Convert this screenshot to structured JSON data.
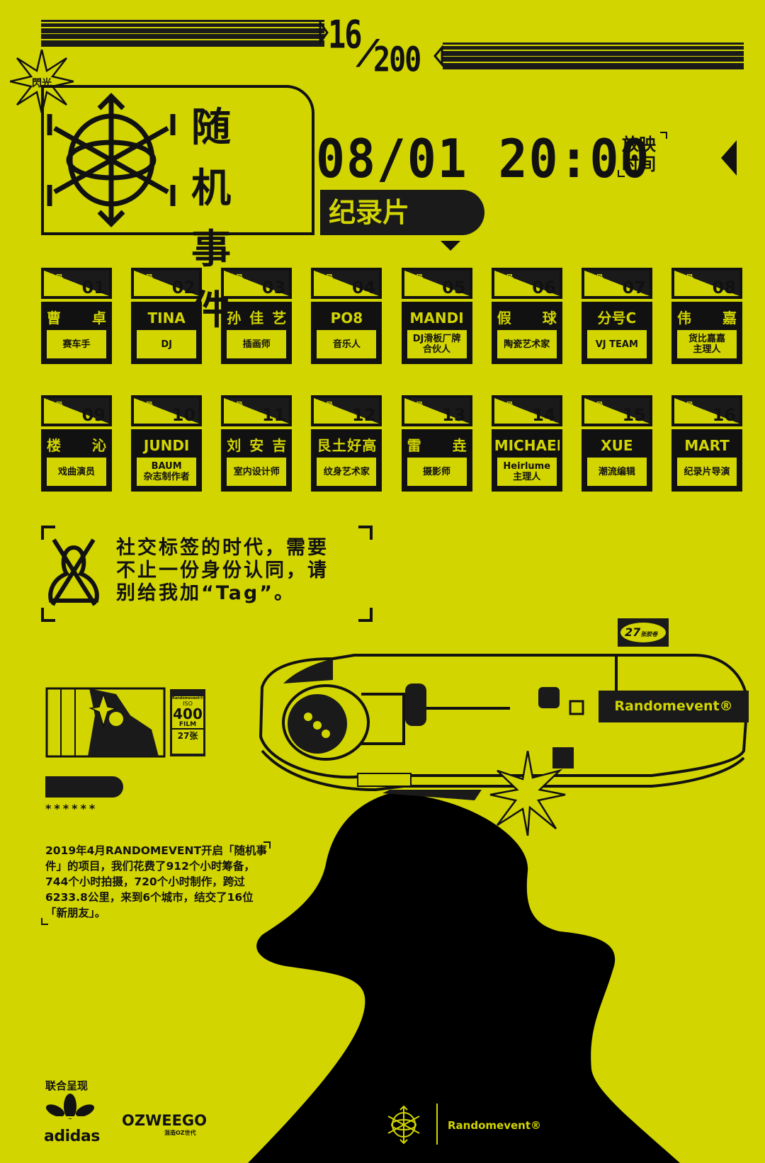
{
  "colors": {
    "background": "#d2d500",
    "ink": "#111111"
  },
  "header": {
    "counter_current": "16",
    "counter_separator": "/",
    "counter_total": "200",
    "flash_badge": "閃光灯"
  },
  "title": {
    "line1": "随 机",
    "line2": "事 件"
  },
  "screening": {
    "datetime": "08/01 20:00",
    "label_line1": "放映",
    "label_line2": "时间",
    "genre": "纪录片"
  },
  "cards": [
    {
      "label": "编号",
      "number": "01",
      "name": [
        "曹",
        "卓"
      ],
      "role": "赛车手"
    },
    {
      "label": "编号",
      "number": "02",
      "name": [
        "TINA"
      ],
      "role": "DJ"
    },
    {
      "label": "编号",
      "number": "03",
      "name": [
        "孙",
        "佳",
        "艺"
      ],
      "role": "插画师"
    },
    {
      "label": "编号",
      "number": "04",
      "name": [
        "PO8"
      ],
      "role": "音乐人"
    },
    {
      "label": "编号",
      "number": "05",
      "name": [
        "MANDI"
      ],
      "role": "DJ滑板厂牌\n合伙人"
    },
    {
      "label": "编号",
      "number": "06",
      "name": [
        "假",
        "球"
      ],
      "role": "陶瓷艺术家"
    },
    {
      "label": "编号",
      "number": "07",
      "name": [
        "分号C"
      ],
      "role": "VJ TEAM"
    },
    {
      "label": "编号",
      "number": "08",
      "name": [
        "伟",
        "嘉"
      ],
      "role": "货比嘉嘉\n主理人"
    },
    {
      "label": "编号",
      "number": "09",
      "name": [
        "楼",
        "沁"
      ],
      "role": "戏曲演员"
    },
    {
      "label": "编号",
      "number": "10",
      "name": [
        "JUNDI"
      ],
      "role": "BAUM\n杂志制作者"
    },
    {
      "label": "编号",
      "number": "11",
      "name": [
        "刘",
        "安",
        "吉"
      ],
      "role": "室内设计师"
    },
    {
      "label": "编号",
      "number": "12",
      "name": [
        "艮",
        "土",
        "好",
        "高"
      ],
      "role": "纹身艺术家"
    },
    {
      "label": "编号",
      "number": "13",
      "name": [
        "雷",
        "垚"
      ],
      "role": "摄影师"
    },
    {
      "label": "编号",
      "number": "14",
      "name": [
        "MICHAEL"
      ],
      "role": "Heirlume\n主理人"
    },
    {
      "label": "编号",
      "number": "15",
      "name": [
        "XUE"
      ],
      "role": "潮流编辑"
    },
    {
      "label": "编号",
      "number": "16",
      "name": [
        "MART"
      ],
      "role": "纪录片导演"
    }
  ],
  "quote": {
    "line1": "社交标签的时代，需要",
    "line2": "不止一份身份认同，请",
    "line3": "别给我加“Tag”。"
  },
  "camera": {
    "film_count": "27",
    "film_unit": "张胶卷",
    "brand": "Randomevent®"
  },
  "canister": {
    "brand": "Randomevent®",
    "iso_label": "ISO",
    "iso_value": "400",
    "film_label": "FILM",
    "exposures": "27张"
  },
  "masked": "******",
  "story": "2019年4月RANDOMEVENT开启「随机事件」的项目，我们花费了912个小时筹备，744个小时拍摄，720个小时制作，跨过6233.8公里，来到6个城市，结交了16位「新朋友」。",
  "credits": {
    "label": "联合呈现",
    "adidas": "adidas",
    "ozweego": "OZWEEGO",
    "ozweego_sub": "混造OZ世代"
  },
  "footer": {
    "brand": "Randomevent®"
  }
}
